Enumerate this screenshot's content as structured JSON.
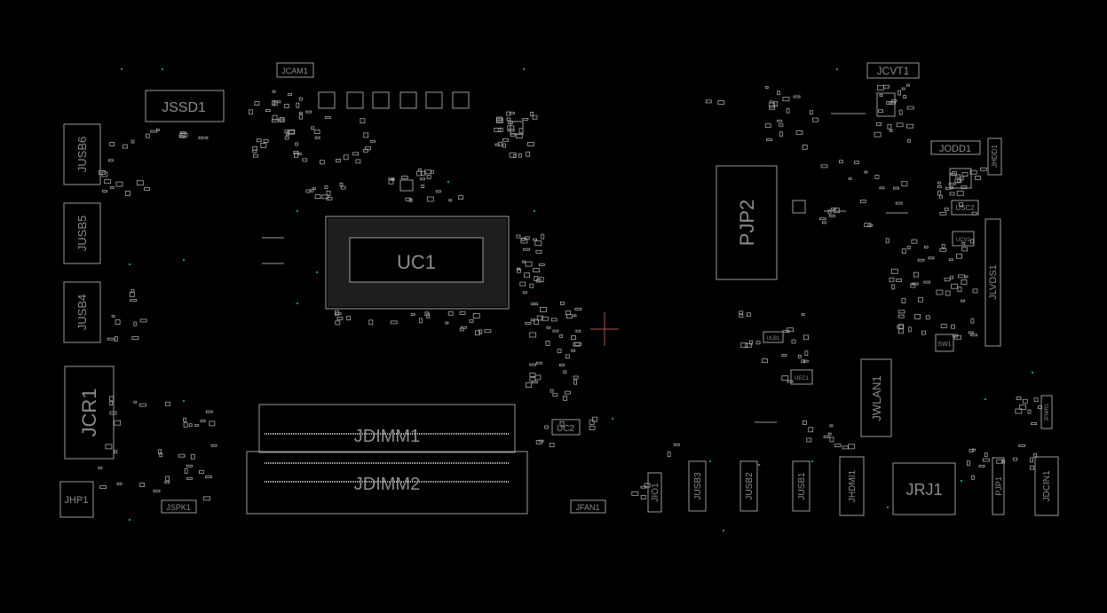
{
  "colors": {
    "background": "#000000",
    "outline": "#9a9a9a",
    "label": "#8c8c8c",
    "pad": "#a6a6a6",
    "via": "#1e9aa0",
    "cursor": "#b05050"
  },
  "components": {
    "jcam1": "JCAM1",
    "jssd1": "JSSD1",
    "jusb6": "JUSB6",
    "jusb5": "JUSB5",
    "jusb4": "JUSB4",
    "jcr1": "JCR1",
    "jhp1": "JHP1",
    "jspk1": "JSPK1",
    "uc1": "UC1",
    "jdimm1": "JDIMM1",
    "jdimm2": "JDIMM2",
    "uc2": "UC2",
    "jfan1": "JFAN1",
    "jio1": "JIO1",
    "jusb3": "JUSB3",
    "jusb2": "JUSB2",
    "jusb1": "JUSB1",
    "jhdmi1": "JHDMI1",
    "jrj1": "JRJ1",
    "pjp1": "PJP1",
    "jdcin1": "JDCIN1",
    "jcvt1": "JCVT1",
    "pjp2": "PJP2",
    "jodd1": "JODD1",
    "jhdd1": "JHDD1",
    "usc2": "USC2",
    "ucv2": "UCV2",
    "jlvds1": "JLVDS1",
    "sw1": "SW1",
    "jwlan1": "JWLAN1",
    "ulb1": "ULB1",
    "uec1": "UEC1",
    "pwr1": "JPWR1"
  }
}
